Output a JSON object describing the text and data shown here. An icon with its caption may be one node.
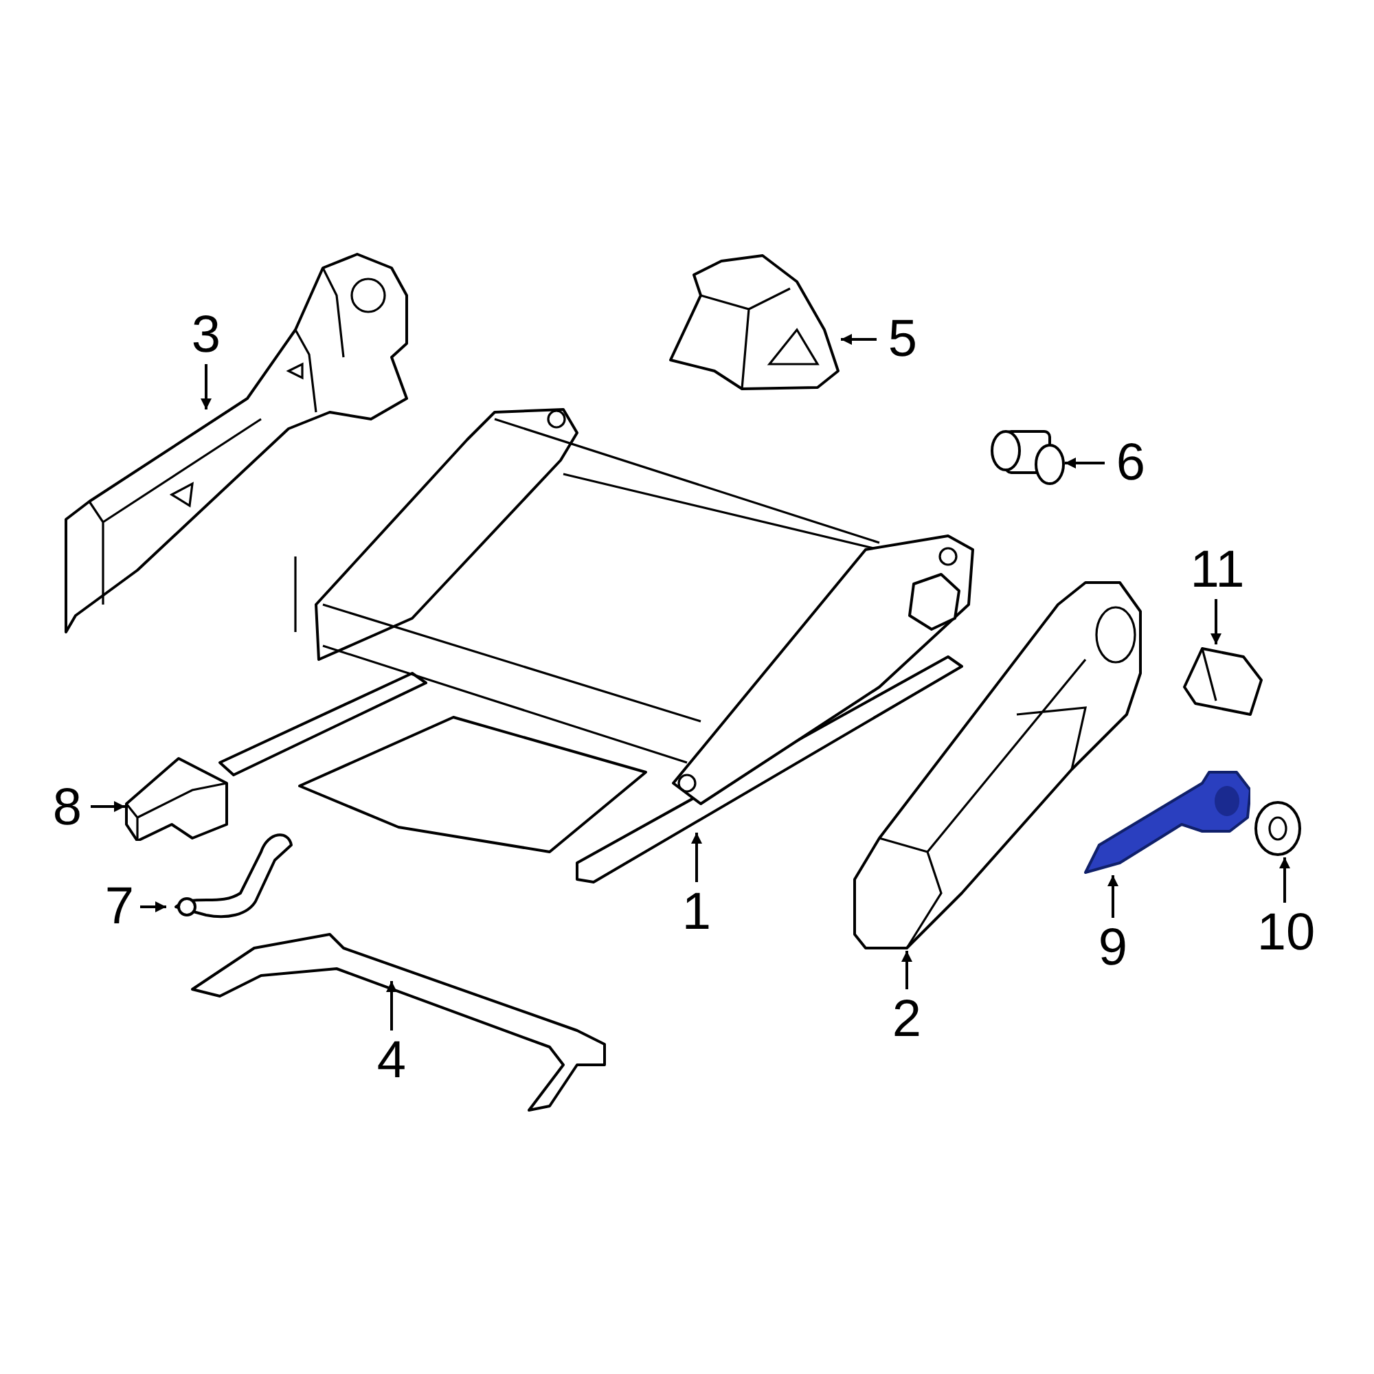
{
  "diagram": {
    "nodes": [
      {
        "text": [
          "3"
        ]
      },
      {
        "text": [],
        "shape": "picture"
      },
      {
        "text": [],
        "shape": "picture"
      },
      {
        "text": [
          "5"
        ]
      },
      {
        "text": [],
        "shape": "picture"
      },
      {
        "text": [
          "6"
        ]
      },
      {
        "text": [],
        "shape": "picture"
      },
      {
        "text": [
          "11"
        ]
      },
      {
        "text": [],
        "shape": "picture"
      },
      {
        "text": [],
        "shape": "picture"
      },
      {
        "text": [
          "8"
        ]
      },
      {
        "text": [],
        "shape": "picture"
      },
      {
        "text": [],
        "shape": "picture"
      },
      {
        "text": [],
        "shape": "picture"
      },
      {
        "text": [],
        "shape": "picture"
      },
      {
        "text": [
          "7"
        ]
      },
      {
        "text": [
          "1"
        ]
      },
      {
        "text": [
          "9"
        ]
      },
      {
        "text": [
          "10"
        ]
      },
      {
        "text": [
          "2"
        ]
      },
      {
        "text": [],
        "shape": "picture"
      },
      {
        "text": [
          "4"
        ]
      }
    ],
    "edges": [
      {
        "from": 0,
        "to": 1,
        "arrow": "to"
      },
      {
        "from": 3,
        "to": 2,
        "arrow": "to"
      },
      {
        "from": 5,
        "to": 4,
        "arrow": "to"
      },
      {
        "from": 7,
        "to": 8,
        "arrow": "to"
      },
      {
        "from": 10,
        "to": 11,
        "arrow": "to"
      },
      {
        "from": 15,
        "to": 14,
        "arrow": "to"
      },
      {
        "from": 16,
        "to": 6,
        "arrow": "to"
      },
      {
        "from": 17,
        "to": 12,
        "arrow": "to"
      },
      {
        "from": 18,
        "to": 13,
        "arrow": "to"
      },
      {
        "from": 19,
        "to": 9,
        "arrow": "to"
      },
      {
        "from": 21,
        "to": 20,
        "arrow": "to"
      }
    ]
  }
}
